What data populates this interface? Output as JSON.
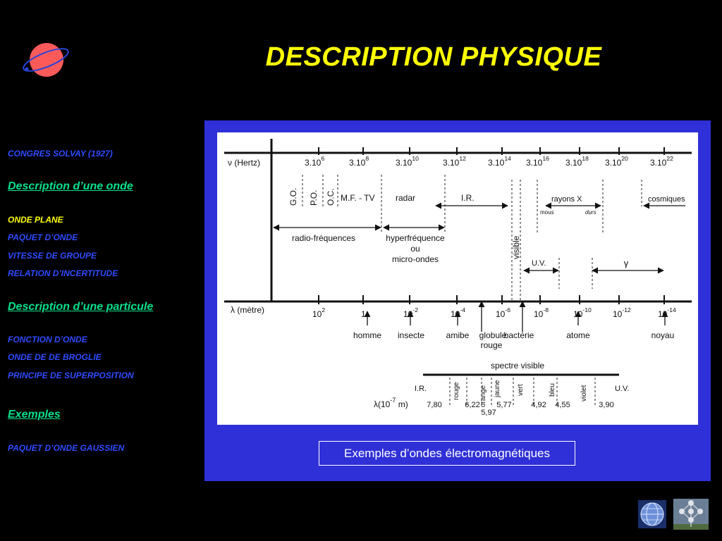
{
  "slide": {
    "title": "DESCRIPTION PHYSIQUE",
    "caption": "Exemples d’ondes électromagnétiques"
  },
  "nav": {
    "items": [
      {
        "label": "CONGRES SOLVAY (1927)",
        "kind": "small",
        "active": false
      },
      {
        "label": "Description d’une onde",
        "kind": "section",
        "active": false
      },
      {
        "label": "ONDE PLANE",
        "kind": "small",
        "active": true
      },
      {
        "label": "PAQUET D’ONDE",
        "kind": "small",
        "active": false
      },
      {
        "label": "VITESSE DE GROUPE",
        "kind": "small",
        "active": false
      },
      {
        "label": "RELATION D’INCERTITUDE",
        "kind": "small",
        "active": false
      },
      {
        "label": "Description d’une particule",
        "kind": "section",
        "active": false
      },
      {
        "label": "FONCTION D’ONDE",
        "kind": "small",
        "active": false
      },
      {
        "label": "ONDE DE DE BROGLIE",
        "kind": "small",
        "active": false
      },
      {
        "label": "PRINCIPE DE SUPERPOSITION",
        "kind": "small",
        "active": false
      },
      {
        "label": "Exemples",
        "kind": "section",
        "active": false
      },
      {
        "label": "PAQUET D’ONDE GAUSSIEN",
        "kind": "small",
        "active": false
      }
    ]
  },
  "diagram": {
    "freq_axis_label": "(Hertz)",
    "nu_symbol": "ν",
    "freq_ticks": [
      {
        "base": "3.10",
        "exp": "6"
      },
      {
        "base": "3.10",
        "exp": "8"
      },
      {
        "base": "3.10",
        "exp": "10"
      },
      {
        "base": "3.10",
        "exp": "12"
      },
      {
        "base": "3.10",
        "exp": "14"
      },
      {
        "base": "3.10",
        "exp": "16"
      },
      {
        "base": "3.10",
        "exp": "18"
      },
      {
        "base": "3.10",
        "exp": "20"
      },
      {
        "base": "3.10",
        "exp": "22"
      }
    ],
    "vertical_bands": [
      "G.O.",
      "P.O.",
      "O.C."
    ],
    "mf_tv": "M.F. - TV",
    "radar": "radar",
    "ir": "I.R.",
    "rayons_x": "rayons X",
    "mous": "mous",
    "durs": "durs",
    "cosmiques": "cosmiques",
    "radio": "radio-fréquences",
    "hyper": [
      "hyperfréquence",
      "ou",
      "micro-ondes"
    ],
    "visible": "visible",
    "uv": "U.V.",
    "gamma": "γ",
    "lambda_axis_label": "(mètre)",
    "lambda_symbol": "λ",
    "lambda_ticks": [
      {
        "base": "10",
        "exp": "2"
      },
      {
        "base": "1",
        "exp": ""
      },
      {
        "base": "10",
        "exp": "-2"
      },
      {
        "base": "10",
        "exp": "-4"
      },
      {
        "base": "10",
        "exp": "-6"
      },
      {
        "base": "10",
        "exp": "-8"
      },
      {
        "base": "10",
        "exp": "-10"
      },
      {
        "base": "10",
        "exp": "-12"
      },
      {
        "base": "10",
        "exp": "-14"
      }
    ],
    "objects": [
      {
        "label": "homme"
      },
      {
        "label": "insecte"
      },
      {
        "label": "amibe"
      },
      {
        "label": "globule rouge",
        "lines": [
          "globule",
          "rouge"
        ]
      },
      {
        "label": "bactérie"
      },
      {
        "label": "atome"
      },
      {
        "label": "noyau"
      }
    ],
    "spectre_visible": "spectre visible",
    "spectrum_ir": "I.R.",
    "spectrum_uv": "U.V.",
    "colors": [
      "rouge",
      "orange",
      "jaune",
      "vert",
      "bleu",
      "violet"
    ],
    "spectrum_unit_prefix": "(10",
    "spectrum_unit_exp": "-7",
    "spectrum_unit_suffix": "m)",
    "spectrum_values": [
      "7,80",
      "6,22",
      "5,97",
      "5,77",
      "4,92",
      "4,55",
      "3,90"
    ]
  },
  "theme": {
    "background": "#000000",
    "title_color": "#ffff00",
    "nav_color": "#2e4bff",
    "nav_active_color": "#ffff00",
    "section_color": "#00e08a",
    "panel_color": "#3030d8"
  }
}
